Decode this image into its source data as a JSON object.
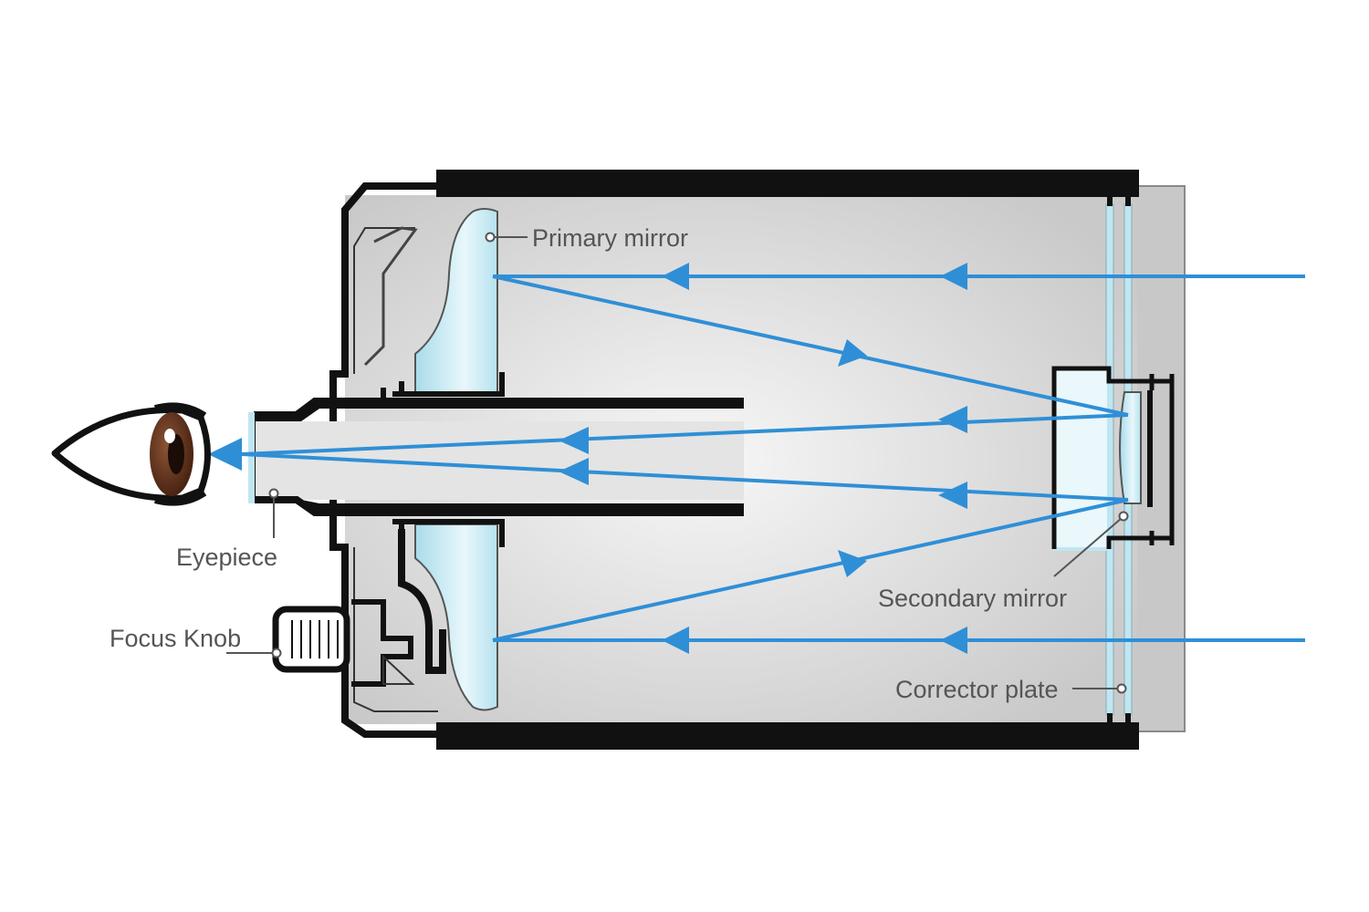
{
  "labels": {
    "primary_mirror": "Primary mirror",
    "secondary_mirror": "Secondary mirror",
    "corrector_plate": "Corrector plate",
    "eyepiece": "Eyepiece",
    "focus_knob": "Focus Knob"
  },
  "colors": {
    "light_ray": "#2f8fd6",
    "glass": "#bfe6f1",
    "tube": "#111111",
    "interior": "#d6d6d6",
    "label_text": "#555555",
    "iris": "#6b3a22"
  },
  "icons": {
    "eye": "eye-icon"
  }
}
